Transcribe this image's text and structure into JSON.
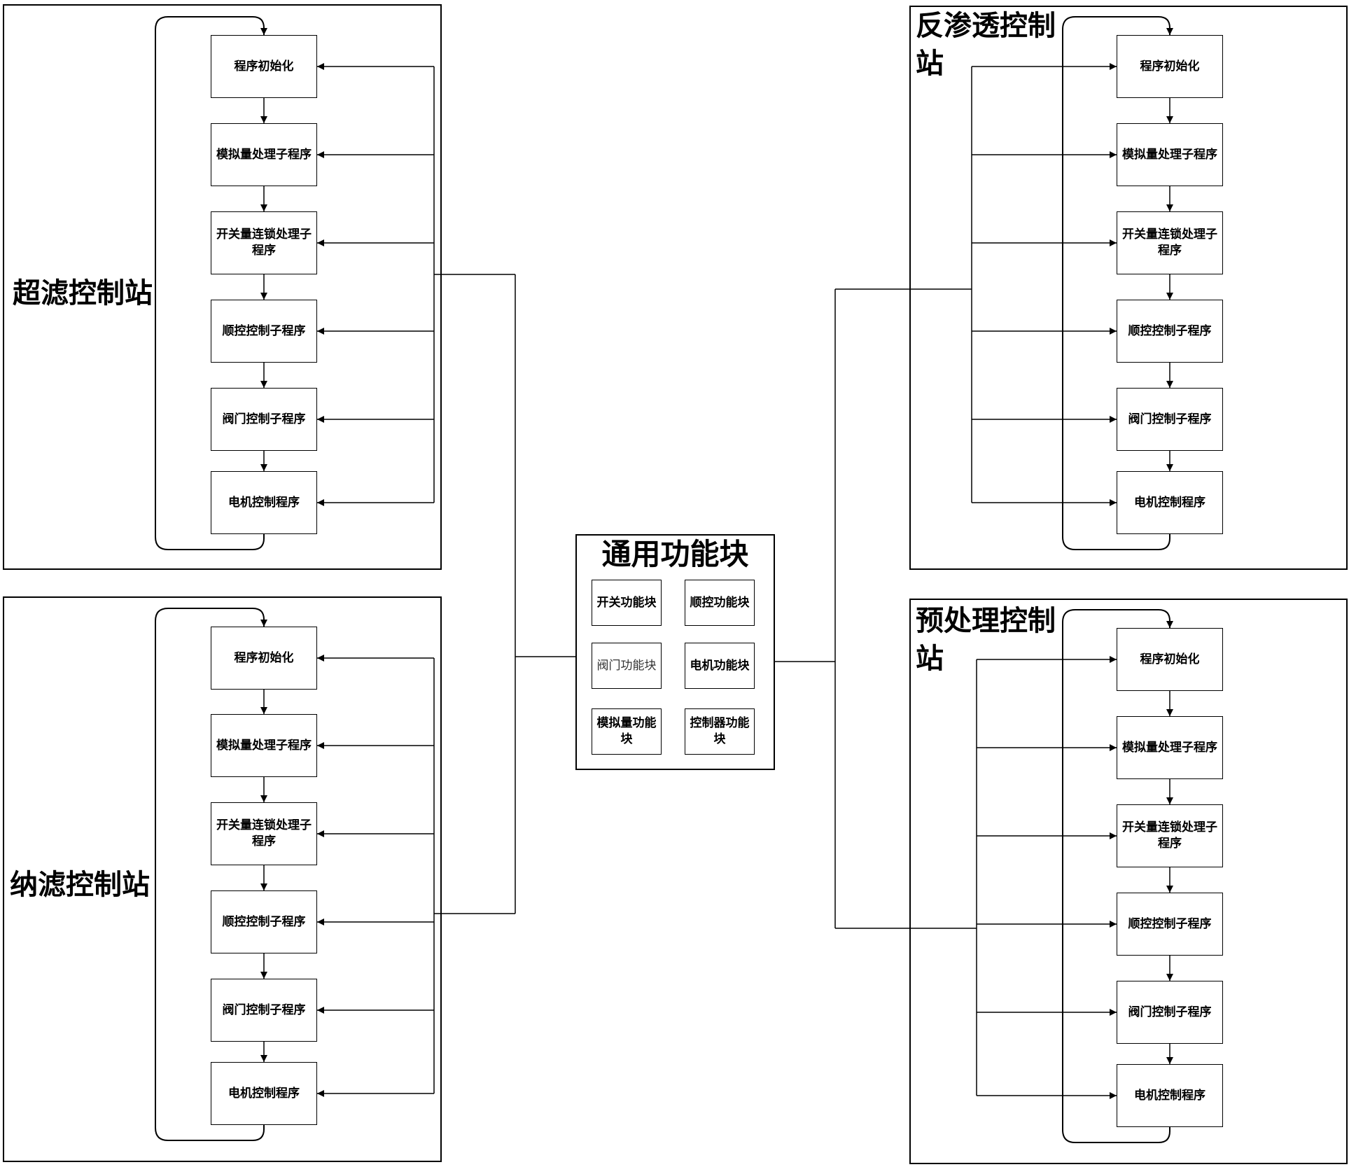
{
  "center": {
    "title": "通用功能块",
    "blocks": [
      "开关功能块",
      "顺控功能块",
      "阀门功能块",
      "电机功能块",
      "模拟量功能块",
      "控制器功能块"
    ]
  },
  "stations": [
    {
      "title": "超滤控制站",
      "steps": [
        "程序初始化",
        "模拟量处理子程序",
        "开关量连锁处理子程序",
        "顺控控制子程序",
        "阀门控制子程序",
        "电机控制程序"
      ]
    },
    {
      "title": "纳滤控制站",
      "steps": [
        "程序初始化",
        "模拟量处理子程序",
        "开关量连锁处理子程序",
        "顺控控制子程序",
        "阀门控制子程序",
        "电机控制程序"
      ]
    },
    {
      "title": "反渗透控制站",
      "steps": [
        "程序初始化",
        "模拟量处理子程序",
        "开关量连锁处理子程序",
        "顺控控制子程序",
        "阀门控制子程序",
        "电机控制程序"
      ]
    },
    {
      "title": "预处理控制站",
      "steps": [
        "程序初始化",
        "模拟量处理子程序",
        "开关量连锁处理子程序",
        "顺控控制子程序",
        "阀门控制子程序",
        "电机控制程序"
      ]
    }
  ]
}
